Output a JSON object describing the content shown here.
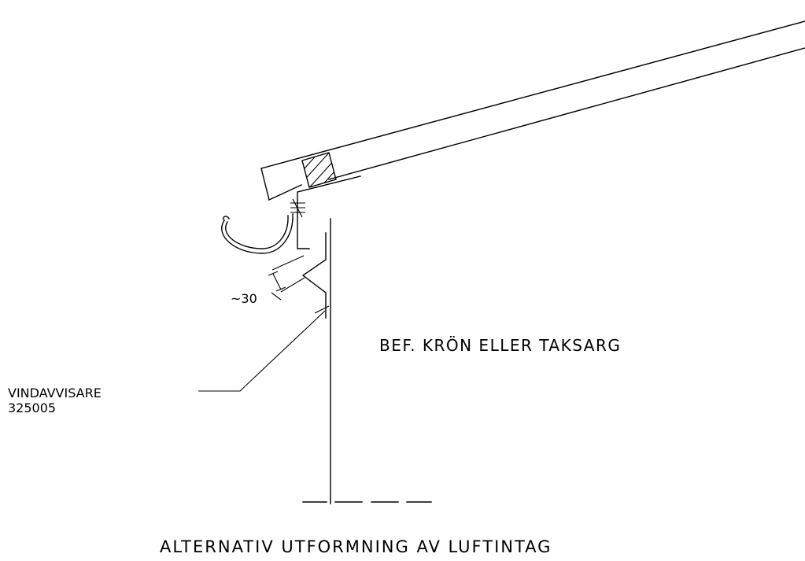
{
  "labels": {
    "dimension": "~30",
    "wall_note": "BEF. KRÖN ELLER TAKSARG",
    "part_name": "VINDAVVISARE",
    "part_number": "325005",
    "caption": "ALTERNATIV UTFORMNING AV LUFTINTAG"
  },
  "colors": {
    "line": "#000000",
    "background": "#ffffff"
  }
}
